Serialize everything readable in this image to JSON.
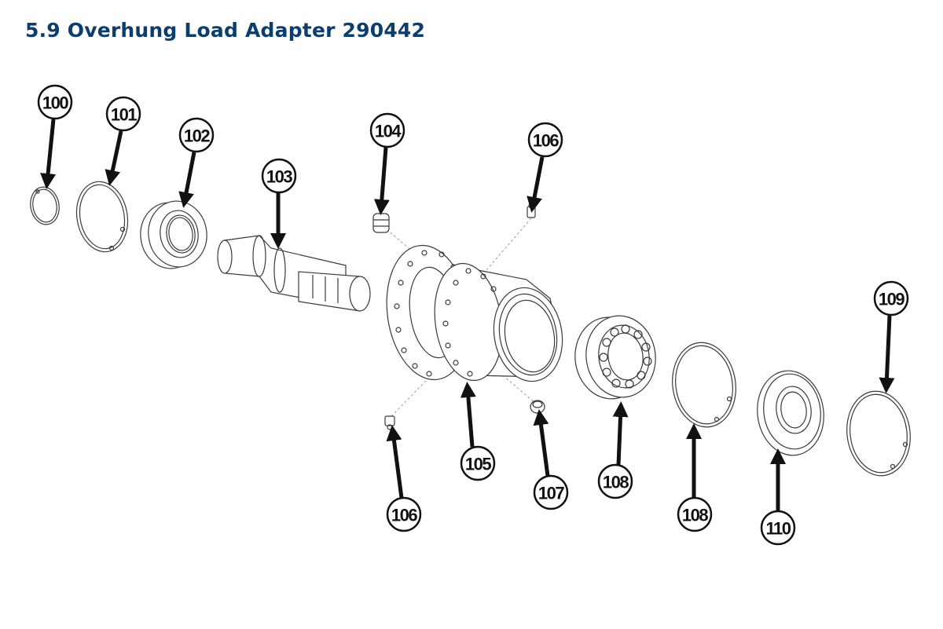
{
  "title": "5.9 Overhung Load Adapter 290442",
  "colors": {
    "title": "#0b3d6e",
    "line": "#3a3a3a",
    "callout": "#111111"
  },
  "callouts": [
    {
      "label": "100",
      "part": "retaining-ring-small"
    },
    {
      "label": "101",
      "part": "retaining-ring"
    },
    {
      "label": "102",
      "part": "bearing"
    },
    {
      "label": "103",
      "part": "shaft"
    },
    {
      "label": "104",
      "part": "plug"
    },
    {
      "label": "106",
      "part": "grease-fitting"
    },
    {
      "label": "105",
      "part": "housing"
    },
    {
      "label": "106",
      "part": "grease-fitting"
    },
    {
      "label": "107",
      "part": "plug"
    },
    {
      "label": "108",
      "part": "roller-bearing"
    },
    {
      "label": "108",
      "part": "retaining-ring"
    },
    {
      "label": "110",
      "part": "seal"
    },
    {
      "label": "109",
      "part": "retaining-ring-large"
    }
  ]
}
